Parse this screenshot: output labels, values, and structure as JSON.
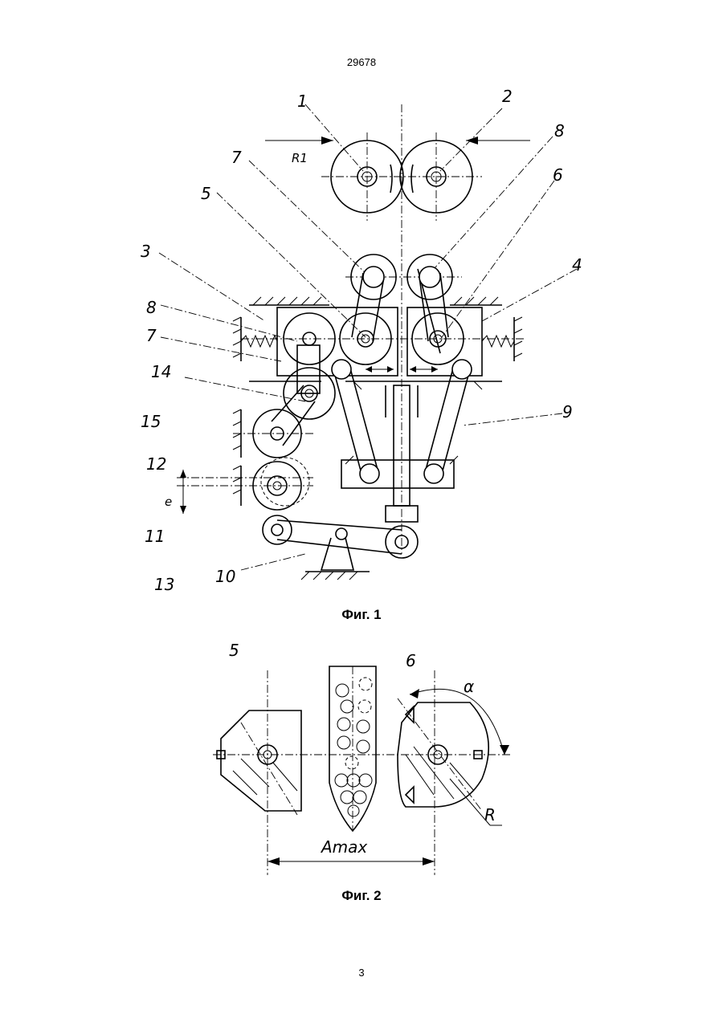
{
  "document": {
    "number": "29678",
    "page_number": "3"
  },
  "figure1": {
    "caption": "Фиг. 1",
    "labels": [
      "1",
      "2",
      "8",
      "7",
      "R1",
      "5",
      "6",
      "3",
      "4",
      "8",
      "7",
      "14",
      "15",
      "9",
      "12",
      "e",
      "11",
      "13",
      "10"
    ]
  },
  "figure2": {
    "caption": "Фиг. 2",
    "labels": [
      "5",
      "6",
      "α",
      "R",
      "Amax"
    ]
  }
}
